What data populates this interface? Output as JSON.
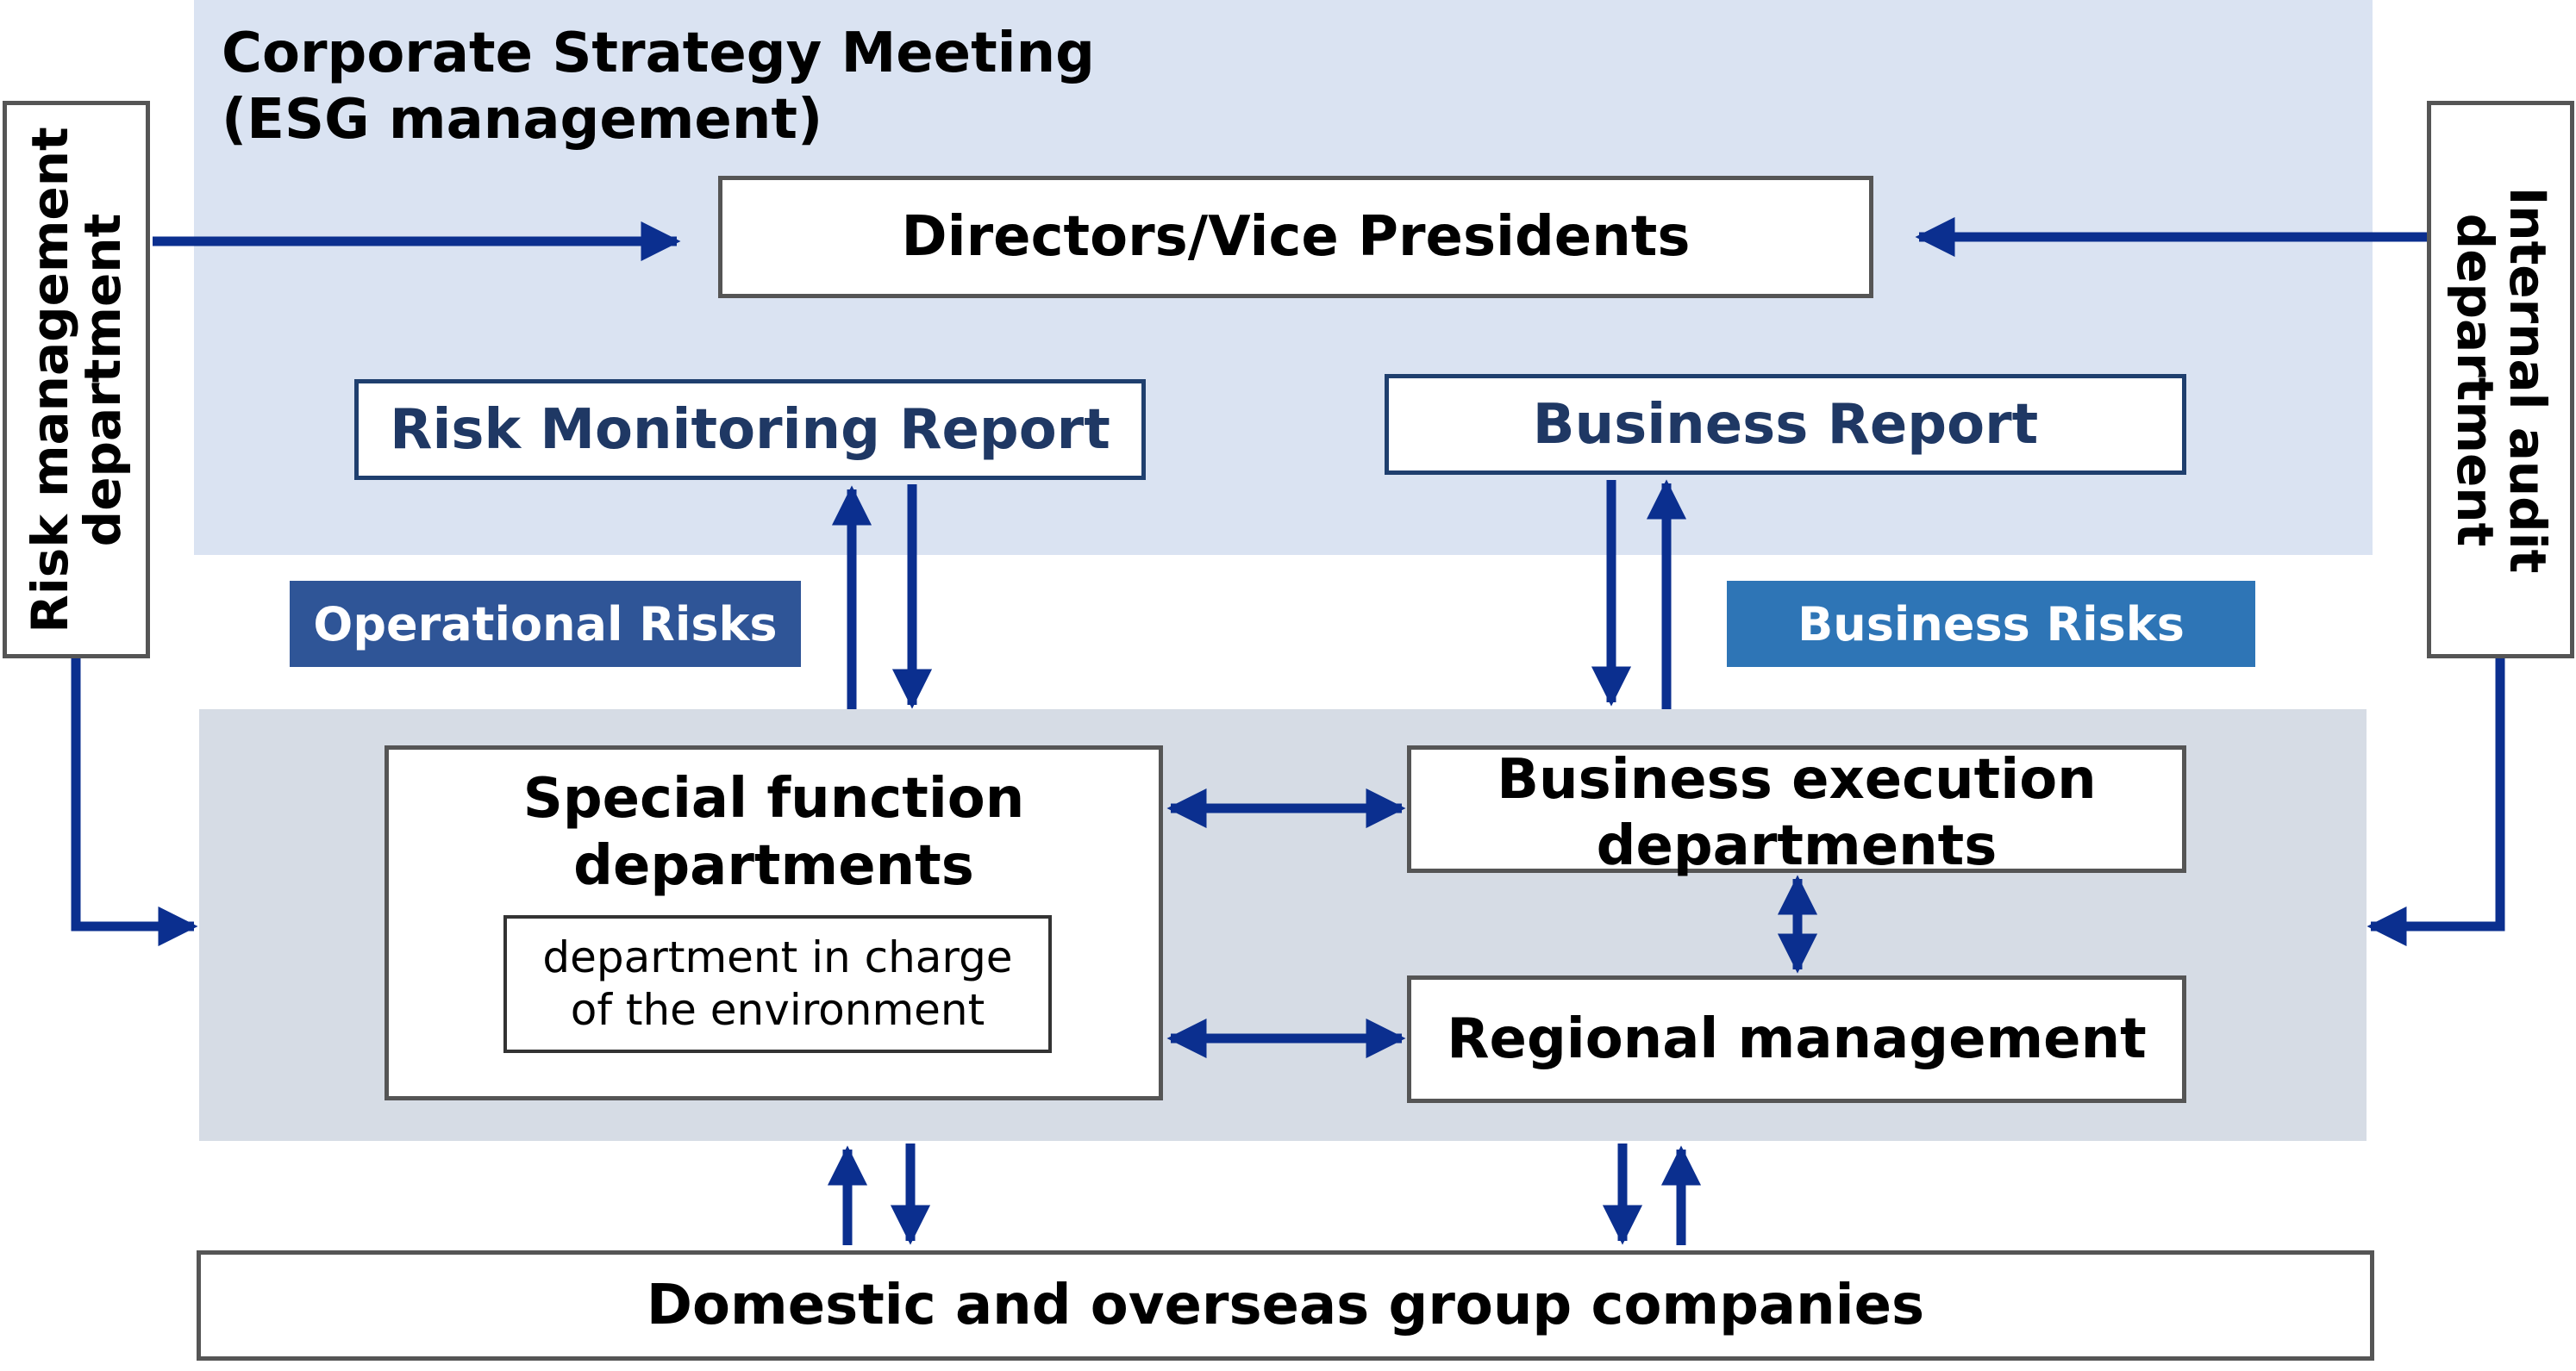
{
  "colors": {
    "top_panel": "#dae3f2",
    "middle_panel": "#d6dce5",
    "arrow": "#0b2f8f",
    "operational_badge": "#2f5597",
    "business_badge": "#2e75b6",
    "report_text": "#1f3864"
  },
  "meeting": {
    "title": "Corporate Strategy Meeting\n(ESG management)"
  },
  "directors": {
    "label": "Directors/Vice Presidents"
  },
  "risk_management": {
    "label": "Risk management\ndepartment"
  },
  "internal_audit": {
    "label": "Internal audit\ndepartment"
  },
  "reports": {
    "risk_monitoring": "Risk Monitoring Report",
    "business": "Business Report"
  },
  "risk_types": {
    "operational": "Operational Risks",
    "business": "Business Risks"
  },
  "departments": {
    "special_function": "Special function\ndepartments",
    "environment": "department in charge\nof the environment",
    "business_execution": "Business execution\ndepartments",
    "regional": "Regional management"
  },
  "group_companies": {
    "label": "Domestic and overseas group companies"
  }
}
